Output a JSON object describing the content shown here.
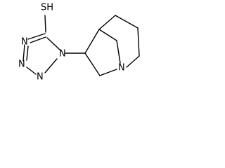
{
  "molecule": {
    "atom_labels": {
      "thiol": "SH",
      "ring_n1": "N",
      "ring_n2": "N",
      "ring_n3": "N",
      "ring_n4": "N",
      "bridgehead_n": "N"
    }
  }
}
